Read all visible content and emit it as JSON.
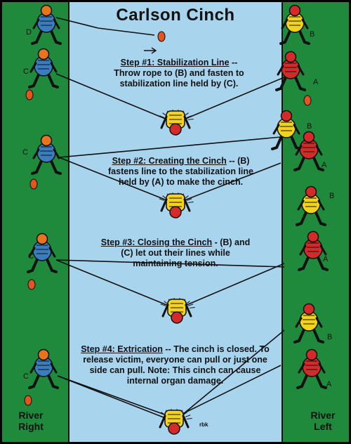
{
  "title": "Carlson Cinch",
  "steps": [
    {
      "heading": "Step #1: Stabilization Line",
      "body": "Throw rope to (B) and fasten to stabilization line held by (C)."
    },
    {
      "heading": "Step #2: Creating the Cinch",
      "body": "(B) fastens line to the stabilization line held by (A) to make the cinch."
    },
    {
      "heading": "Step #3: Closing the Cinch",
      "body": "(B) and (C) let out their lines while maintaining tension."
    },
    {
      "heading": "Step #4: Extrication",
      "body": "The cinch is closed. To release victim, everyone can pull or just one side can pull. Note: This cinch can cause internal organ damage."
    }
  ],
  "banks": {
    "right": [
      "River",
      "Right"
    ],
    "left": [
      "River",
      "Left"
    ]
  },
  "rescuers": {
    "a": "A",
    "b": "B",
    "c": "C",
    "d": "D"
  },
  "credit": "rbk",
  "colors": {
    "bank": "#1f8a3c",
    "river": "#a8d4ee",
    "rescuer_blue": "#3a7cc0",
    "rescuer_orange": "#e8741e",
    "rescuer_red": "#d52a2a",
    "rescuer_yellow": "#f2d21a",
    "victim_yellow": "#f5d31c",
    "throw_bag": "#e4541e"
  }
}
